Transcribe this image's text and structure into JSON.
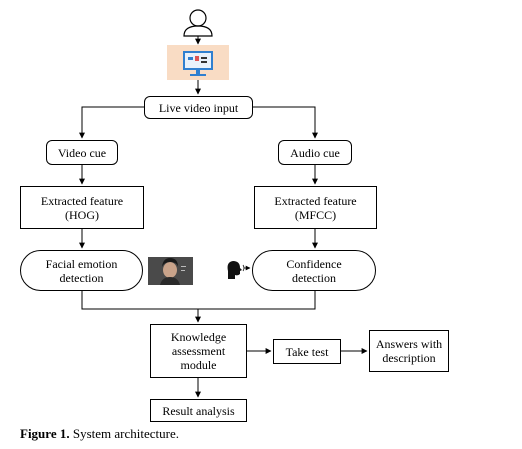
{
  "nodes": {
    "live_video_input": "Live video input",
    "video_cue": "Video cue",
    "audio_cue": "Audio cue",
    "extracted_hog_line1": "Extracted feature",
    "extracted_hog_line2": "(HOG)",
    "extracted_mfcc_line1": "Extracted feature",
    "extracted_mfcc_line2": "(MFCC)",
    "facial_line1": "Facial emotion",
    "facial_line2": "detection",
    "confidence_line1": "Confidence",
    "confidence_line2": "detection",
    "knowledge_line1": "Knowledge",
    "knowledge_line2": "assessment",
    "knowledge_line3": "module",
    "take_test": "Take test",
    "answers_line1": "Answers with",
    "answers_line2": "description",
    "result_analysis": "Result analysis"
  },
  "caption": {
    "label": "Figure 1.",
    "text": "System architecture."
  },
  "icons": {
    "top": "user-icon",
    "computer": "computer-monitor-icon",
    "face_photo": "face-photo-icon",
    "speaker": "speaking-head-icon"
  },
  "colors": {
    "line": "#000000",
    "computer_bg": "#f9dcc4",
    "monitor": "#2f7fd0",
    "photo_bg": "#4a4a4a"
  }
}
